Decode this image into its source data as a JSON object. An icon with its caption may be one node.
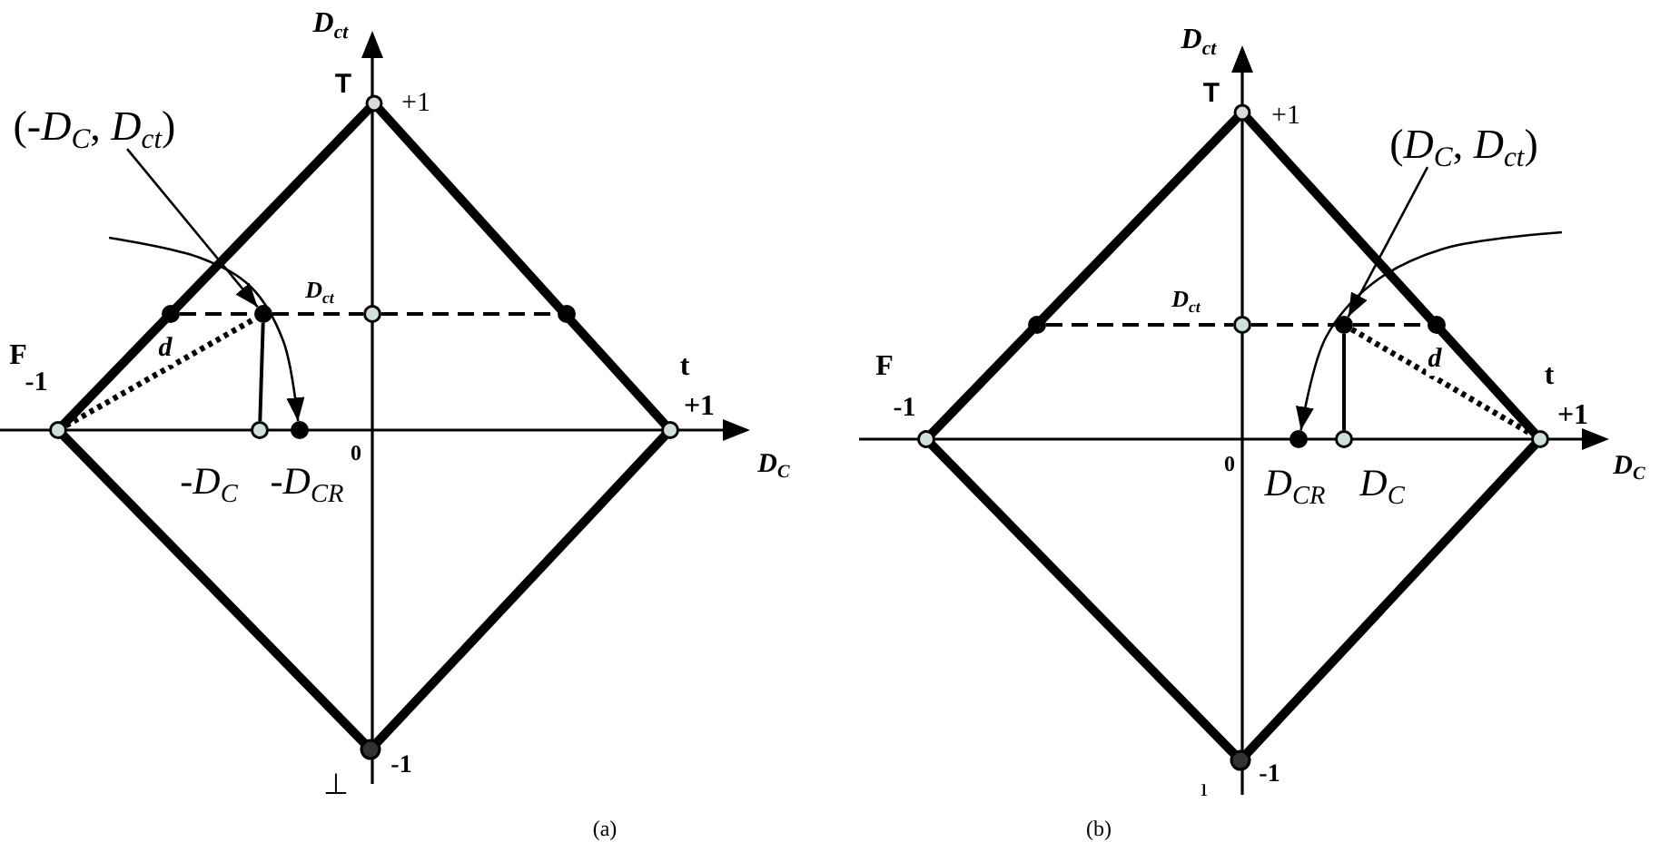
{
  "diagram": {
    "nodes": [
      {
        "text": [
          "(-*D*$_{C}$, *D*$_{ct}$)"
        ]
      },
      {
        "text": [],
        "shape": "circle"
      },
      {
        "text": [],
        "shape": "circle"
      },
      {
        "text": [],
        "shape": "circle"
      },
      {
        "text": [],
        "shape": "circle"
      },
      {
        "text": [],
        "shape": "circle"
      },
      {
        "text": [],
        "shape": "circle",
        "beside": [
          "-D$_{C}$"
        ]
      },
      {
        "text": [],
        "shape": "circle",
        "beside": [
          "-D$_{CR}$"
        ]
      },
      {
        "text": [],
        "shape": "circle"
      },
      {
        "text": [
          "(*D*$_{C}$, *D*$_{ct}$)"
        ]
      },
      {
        "text": [],
        "shape": "circle"
      },
      {
        "text": [],
        "shape": "circle"
      },
      {
        "text": [],
        "shape": "circle"
      },
      {
        "text": [],
        "shape": "circle"
      },
      {
        "text": [],
        "shape": "circle"
      },
      {
        "text": [],
        "shape": "circle",
        "beside": [
          "D$_{CR}$"
        ]
      },
      {
        "text": [],
        "shape": "circle",
        "beside": [
          "D$_{C}$"
        ]
      },
      {
        "text": [],
        "shape": "circle"
      }
    ],
    "edges": [
      {
        "from": 0,
        "to": 2,
        "arrow": "to"
      },
      {
        "from": null,
        "to": 7,
        "arrow": "to"
      },
      {
        "from": 1,
        "to": 2,
        "arrow": "none",
        "style": "dashed"
      },
      {
        "from": 2,
        "to": 3,
        "arrow": "none",
        "style": "dashed"
      },
      {
        "from": 3,
        "to": 4,
        "arrow": "none",
        "style": "dashed"
      },
      {
        "from": 5,
        "to": 2,
        "arrow": "none",
        "style": "dashed",
        "label": "d"
      },
      {
        "from": 2,
        "to": 6,
        "arrow": "none"
      },
      {
        "from": 9,
        "to": 12,
        "arrow": "to"
      },
      {
        "from": null,
        "to": 15,
        "arrow": "to"
      },
      {
        "from": 10,
        "to": 11,
        "arrow": "none",
        "style": "dashed"
      },
      {
        "from": 11,
        "to": 12,
        "arrow": "none",
        "style": "dashed"
      },
      {
        "from": 12,
        "to": 13,
        "arrow": "none",
        "style": "dashed"
      },
      {
        "from": 12,
        "to": 17,
        "arrow": "none",
        "style": "dashed",
        "label": "d"
      },
      {
        "from": 12,
        "to": 16,
        "arrow": "none"
      }
    ],
    "labels": [
      "D$_{ct}$",
      "T",
      "+1",
      "D$_{ct}$",
      "F",
      "-1",
      "t",
      "+1",
      "0",
      "D$_{C}$",
      "⊥",
      "-1",
      "(a)",
      "D$_{ct}$",
      "T",
      "+1",
      "D$_{ct}$",
      "F",
      "t",
      "-1",
      "+1",
      "0",
      "D$_{C}$",
      "ı",
      "-1",
      "(b)"
    ]
  }
}
